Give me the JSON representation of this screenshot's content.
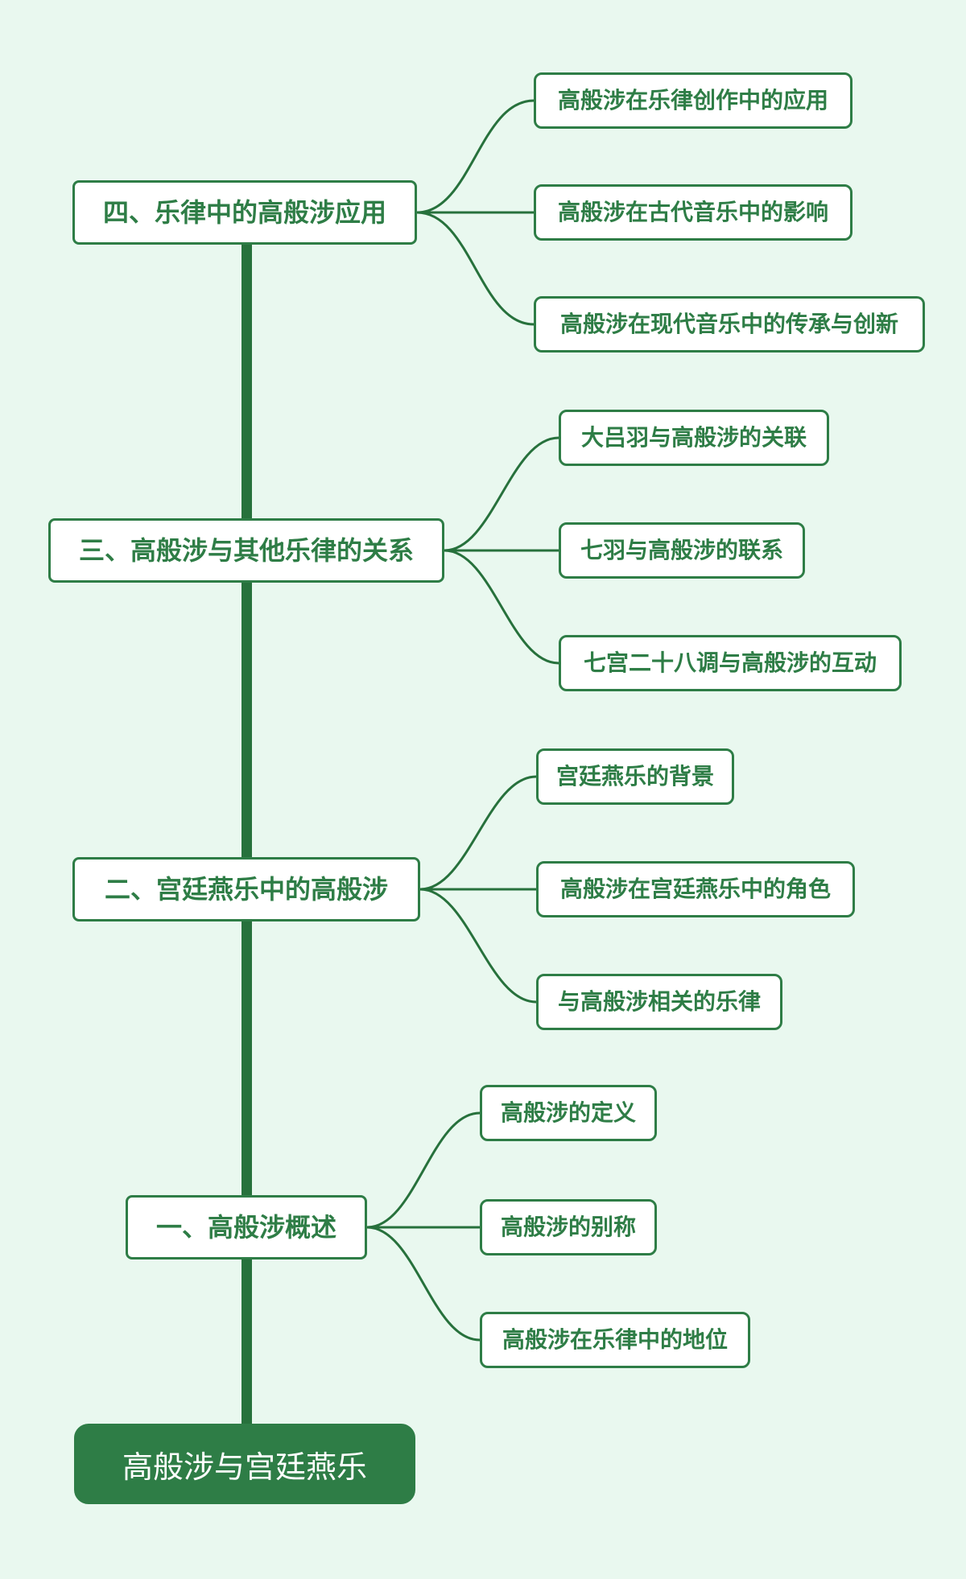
{
  "diagram_type": "mindmap",
  "palette": {
    "background": "#e9f8ef",
    "line": "#27713c",
    "node_border": "#2e7d46",
    "node_text": "#2e7d46",
    "node_fill": "#ffffff",
    "root_fill": "#2e7d46",
    "root_text": "#ffffff"
  },
  "root": {
    "label": "高般涉与宫廷燕乐"
  },
  "sections": [
    {
      "label": "一、高般涉概述",
      "children": [
        "高般涉的定义",
        "高般涉的别称",
        "高般涉在乐律中的地位"
      ]
    },
    {
      "label": "二、宫廷燕乐中的高般涉",
      "children": [
        "宫廷燕乐的背景",
        "高般涉在宫廷燕乐中的角色",
        "与高般涉相关的乐律"
      ]
    },
    {
      "label": "三、高般涉与其他乐律的关系",
      "children": [
        "大吕羽与高般涉的关联",
        "七羽与高般涉的联系",
        "七宫二十八调与高般涉的互动"
      ]
    },
    {
      "label": "四、乐律中的高般涉应用",
      "children": [
        "高般涉在乐律创作中的应用",
        "高般涉在古代音乐中的影响",
        "高般涉在现代音乐中的传承与创新"
      ]
    }
  ]
}
